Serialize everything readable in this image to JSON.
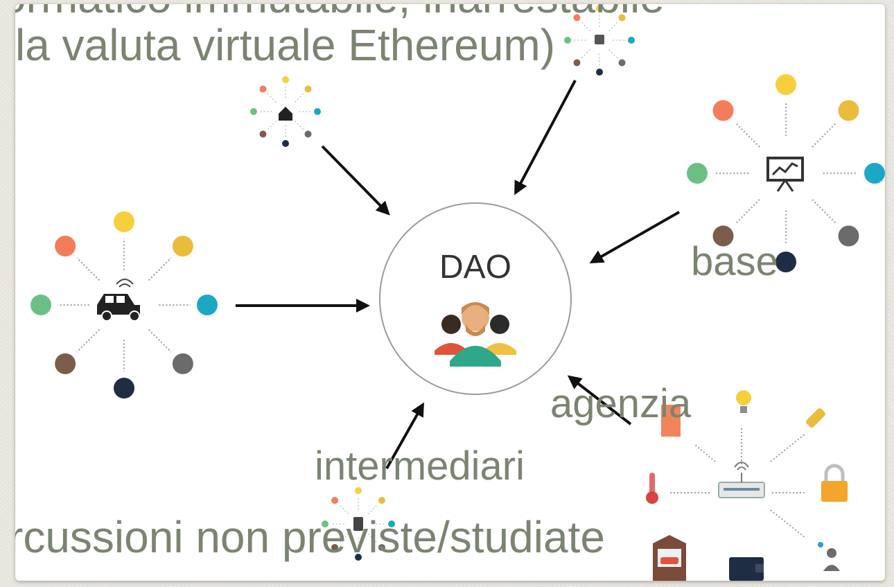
{
  "hub": {
    "label": "DAO",
    "icon": "people-group-icon"
  },
  "overlay": {
    "line1": "ormatico immutabile, inarrestabile",
    "line2": "la valuta virtuale Ethereum)",
    "word_base": "base",
    "word_agenzia": "agenzia",
    "word_intermediari": "intermediari",
    "line_last": "rcussioni non previste/studiate"
  },
  "nodes": {
    "house": "house-icon",
    "top_cluster": "plug-icon",
    "chart": "presentation-chart-icon",
    "car": "car-icon",
    "bottom_cluster": "small-device-icon",
    "iot_center": "wifi-router-icon",
    "iot_items": [
      "door-icon",
      "light-bulb-icon",
      "plug-icon",
      "thermometer-icon",
      "padlock-icon",
      "garage-icon",
      "wallet-icon",
      "person-signal-icon"
    ]
  },
  "colors": {
    "overlay_text": "#7b8471",
    "dot_palette": [
      "#f47c5a",
      "#f6cf3c",
      "#e9bc3c",
      "#6cbf84",
      "#1aa8c4",
      "#7c5c4b",
      "#6b6b6b",
      "#1f2d44"
    ]
  }
}
